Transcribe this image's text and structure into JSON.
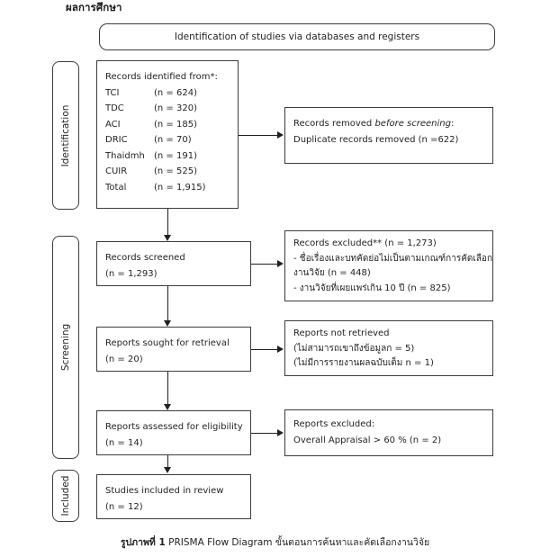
{
  "page": {
    "heading": "ผลการศึกษา",
    "caption_bold": "รูปภาพที่ 1",
    "caption_rest": " PRISMA Flow Diagram ขั้นตอนการค้นหาและคัดเลือกงานวิจัย"
  },
  "diagram": {
    "title": "Identification of studies via databases and registers",
    "stages": [
      {
        "label": "Identification"
      },
      {
        "label": "Screening"
      },
      {
        "label": "Included"
      }
    ],
    "identification": {
      "records_identified": {
        "header": "Records identified from*:",
        "sources": [
          {
            "name": "TCI",
            "count": "(n = 624)"
          },
          {
            "name": "TDC",
            "count": "(n = 320)"
          },
          {
            "name": "ACI",
            "count": "(n = 185)"
          },
          {
            "name": "DRIC",
            "count": "(n = 70)"
          },
          {
            "name": "Thaidmh",
            "count": "(n = 191)"
          },
          {
            "name": "CUIR",
            "count": "(n = 525)"
          },
          {
            "name": "Total",
            "count": "(n = 1,915)"
          }
        ]
      },
      "records_removed": {
        "line1_pre": "Records removed ",
        "line1_em": "before screening",
        "line1_post": ":",
        "line2": "Duplicate records removed (n =622)"
      }
    },
    "screening": {
      "records_screened": {
        "line1": "Records screened",
        "line2": "(n = 1,293)"
      },
      "records_excluded": {
        "line1": "Records excluded** (n = 1,273)",
        "line2": "- ชื่อเรื่องและบทคัดย่อไม่เป็นตามเกณฑ์การคัดเลือก",
        "line3": "งานวิจัย (n = 448)",
        "line4": "- งานวิจัยที่เผยแพร่เกิน 10 ปี (n = 825)"
      },
      "reports_sought": {
        "line1": "Reports sought for retrieval",
        "line2": "(n = 20)"
      },
      "reports_not_retrieved": {
        "line1": "Reports not retrieved",
        "line2": "(ไม่สามารถเขาถึงข้อมูลก = 5)",
        "line3": "(ไม่มีการรายงานผลฉบับเต็ม n = 1)"
      },
      "reports_assessed": {
        "line1": "Reports assessed for eligibility",
        "line2": "(n = 14)"
      },
      "reports_excluded": {
        "line1": "Reports excluded:",
        "line2": "Overall Appraisal > 60 % (n = 2)"
      }
    },
    "included": {
      "studies_included": {
        "line1": "Studies included in review",
        "line2": "(n = 12)"
      }
    }
  },
  "colors": {
    "ink": "#231f20",
    "stroke": "#3c3c3c",
    "background": "#ffffff"
  }
}
